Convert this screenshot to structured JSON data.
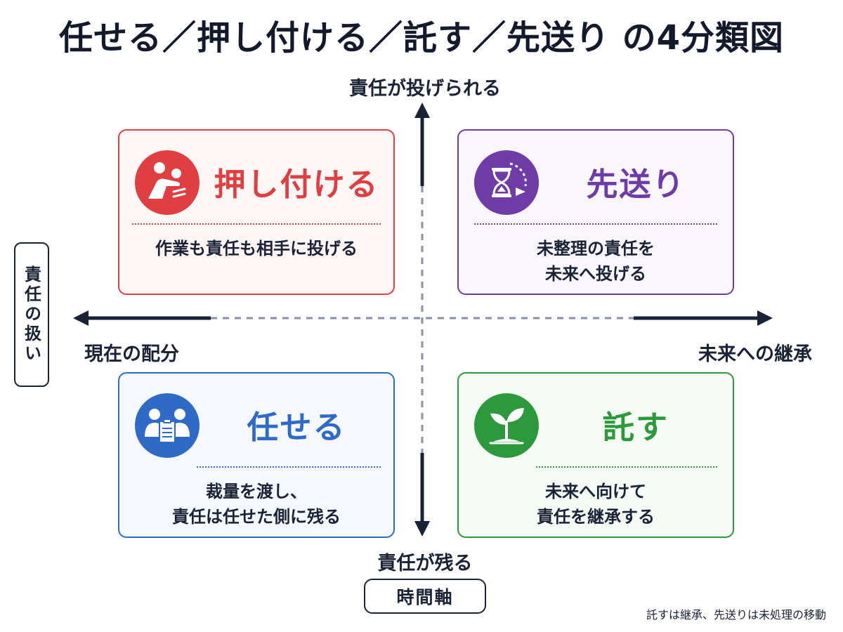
{
  "title": "任せる／押し付ける／託す／先送り の4分類図",
  "axes": {
    "top": "責任が投げられる",
    "bottom": "責任が残る",
    "left": "現在の配分",
    "right": "未来への継承",
    "vertical_box": "責任の扱い",
    "horizontal_box": "時間軸"
  },
  "quadrants": {
    "top_left": {
      "title": "押し付ける",
      "desc_lines": [
        "作業も責任も相手に投げる"
      ],
      "icon": "push-hand-icon",
      "color": "#e03f42"
    },
    "top_right": {
      "title": "先送り",
      "desc_lines": [
        "未整理の責任を",
        "未来へ投げる"
      ],
      "icon": "hourglass-icon",
      "color": "#6f3ba6"
    },
    "bottom_left": {
      "title": "任せる",
      "desc_lines": [
        "裁量を渡し、",
        "責任は任せた側に残る"
      ],
      "icon": "people-clipboard-icon",
      "color": "#2f6bc6"
    },
    "bottom_right": {
      "title": "託す",
      "desc_lines": [
        "未来へ向けて",
        "責任を継承する"
      ],
      "icon": "sprout-icon",
      "color": "#2c9a3c"
    }
  },
  "footnote": "託すは継承、先送りは未処理の移動"
}
